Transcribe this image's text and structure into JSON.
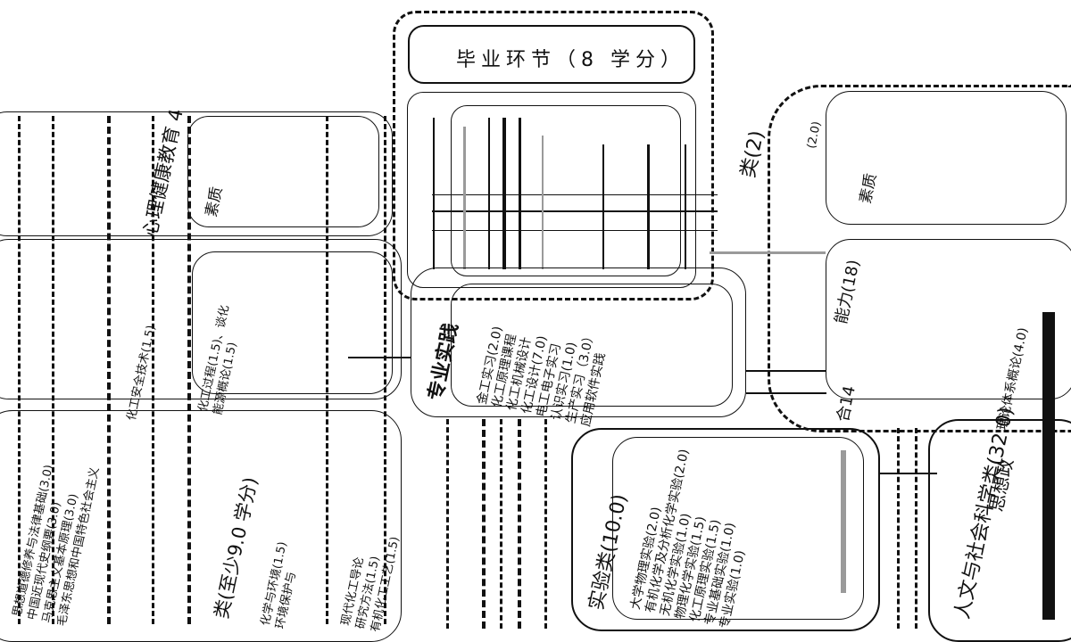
{
  "graduation": {
    "title": "毕业环节（8 学分）"
  },
  "practice": {
    "title": "专业实践",
    "items": [
      "金工实习(2.0)",
      "化工原理课程",
      "化工机械设计",
      "化工设计(7.0)",
      "电工电子实习",
      "认识实习(1.0)",
      "生产实习（3.0）",
      "应用软件实践"
    ]
  },
  "experiment": {
    "title": "实验类(10.0)",
    "items": [
      "大学物理实验(2.0)",
      "有机化学及分析化学实验(2.0)",
      "无机化学实验(1.0)",
      "物理化学实验(1.5)",
      "化工原理实验(1.5)",
      "专业基础实验(1.0)",
      "专业实验(1.0)"
    ]
  },
  "social": {
    "title": "人文与社会科学类(32.0)",
    "sub": "思想政"
  },
  "left": {
    "header": "心理健康教育 4",
    "quality": "素质",
    "course_band": "类(至少9.0 学分)",
    "middle_items": [
      "化工安全技术(1.5)",
      "化工过程(1.5)、谈化",
      "能源概论(1.5)"
    ],
    "lower_items": [
      "化学与环境(1.5)",
      "环境保护与",
      "现代化工导论",
      "研究方法(1.5)",
      "有机化工工艺(1.5)"
    ],
    "bottom_items": [
      "思想道德修养与法律基础(3.0)",
      "中国近现代史纲要(3.0)",
      "马克思主义基本原理(3.0)",
      "毛泽东思想和中国特色社会主义"
    ]
  },
  "right": {
    "cat": "类(2)",
    "quality": "素质",
    "ability": "能力(18)",
    "intro_item": "理论体系概论(4.0)",
    "num": "合14",
    "score_right": "(2.0)"
  },
  "colors": {
    "ink": "#111111",
    "gray": "#9a9a9a"
  }
}
